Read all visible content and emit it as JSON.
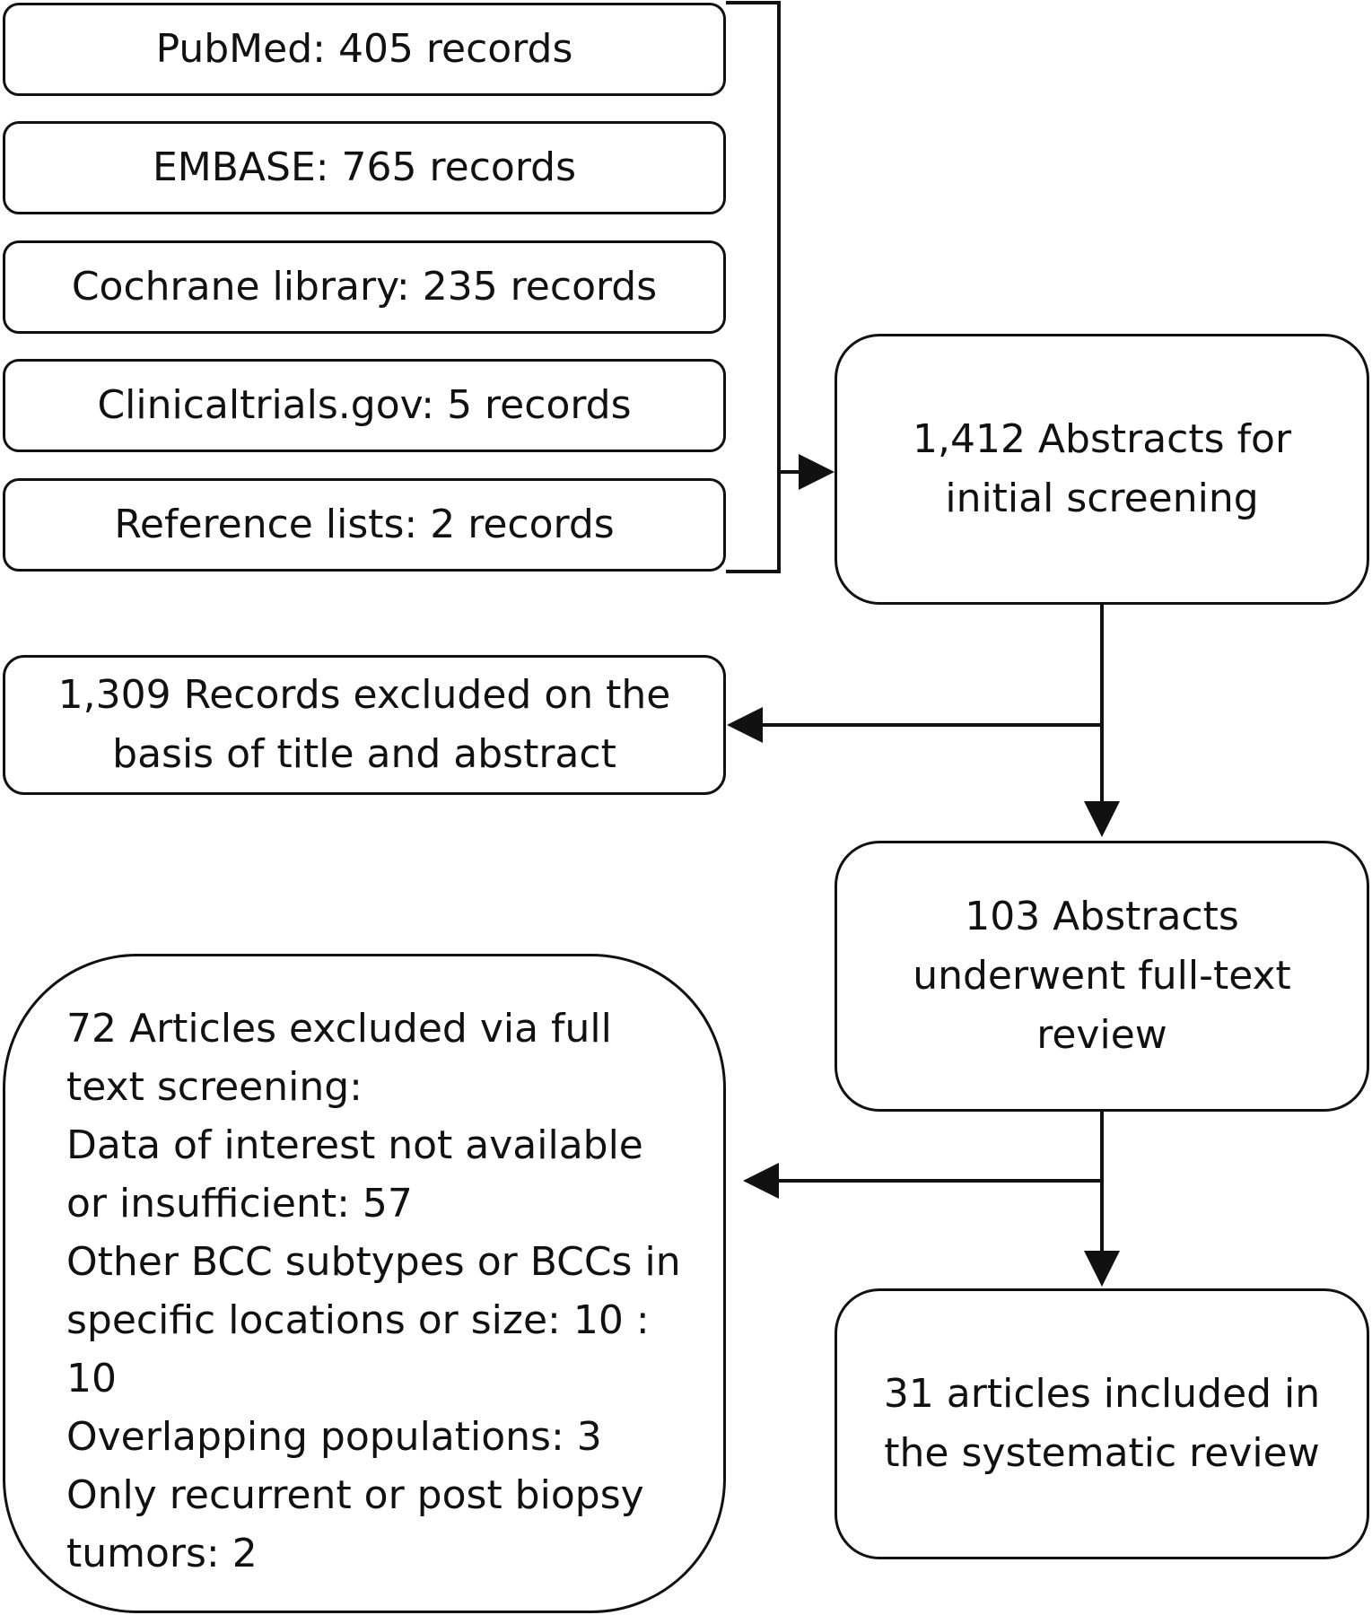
{
  "sources": [
    {
      "label": "PubMed: 405 records"
    },
    {
      "label": "EMBASE: 765 records"
    },
    {
      "label": "Cochrane library: 235 records"
    },
    {
      "label": "Clinicaltrials.gov: 5 records"
    },
    {
      "label": "Reference lists: 2 records"
    }
  ],
  "screening": {
    "lines": [
      "1,412 Abstracts for",
      "initial screening"
    ]
  },
  "excluded_title_abstract": {
    "lines": [
      "1,309 Records excluded on the",
      "basis of title and abstract"
    ]
  },
  "fulltext_review": {
    "lines": [
      "103 Abstracts",
      "underwent full-text",
      "review"
    ]
  },
  "excluded_fulltext": {
    "lines": [
      "72 Articles excluded via full",
      "text screening:",
      "Data of interest not available",
      "or insufficient: 57",
      "Other BCC subtypes or BCCs in",
      "specific locations or size: 10 :",
      "10",
      "Overlapping populations: 3",
      "Only recurrent or post biopsy",
      "tumors: 2"
    ]
  },
  "included": {
    "lines": [
      "31 articles included in",
      "the systematic review"
    ]
  }
}
